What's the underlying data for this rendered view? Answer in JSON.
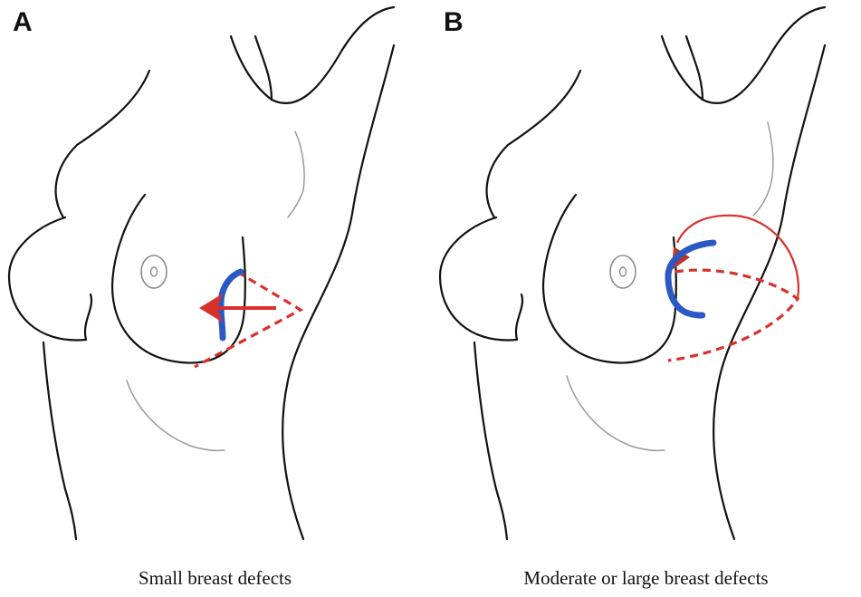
{
  "panels": [
    {
      "letter": "A",
      "caption": "Small breast defects"
    },
    {
      "letter": "B",
      "caption": "Moderate or large breast defects"
    }
  ],
  "colors": {
    "outline": "#111111",
    "defect_marker": "#2b59c3",
    "flap_arrow": "#d8312a"
  }
}
